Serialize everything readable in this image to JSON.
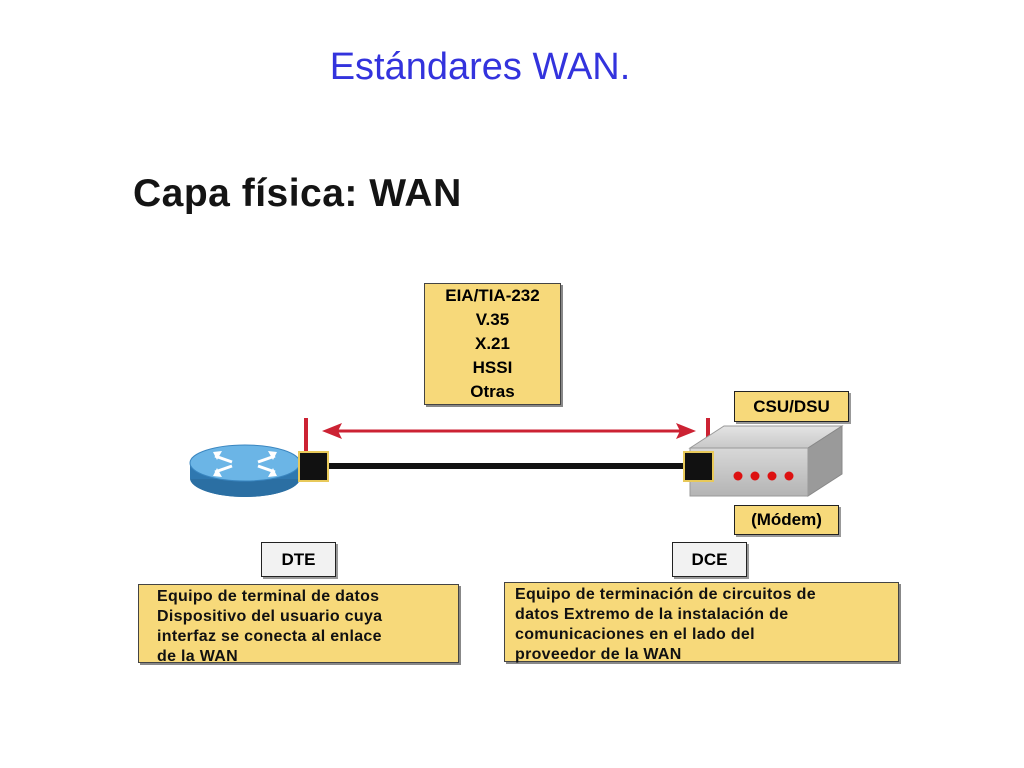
{
  "slide_title": "Estándares WAN.",
  "section_title": "Capa física: WAN",
  "standards": [
    "EIA/TIA-232",
    "V.35",
    "X.21",
    "HSSI",
    "Otras"
  ],
  "labels": {
    "csu_dsu": "CSU/DSU",
    "modem": "(Módem)",
    "dte": "DTE",
    "dce": "DCE"
  },
  "descriptions": {
    "dte": [
      "Equipo de terminal de datos",
      "Dispositivo del usuario cuya",
      "interfaz se conecta al enlace",
      "de la WAN"
    ],
    "dce": [
      "Equipo de terminación de circuitos de",
      "datos Extremo de la instalación de",
      "comunicaciones en el lado del",
      "proveedor de la WAN"
    ]
  },
  "colors": {
    "title": "#3333dd",
    "box_fill": "#f7d97a",
    "arrow": "#cc2233",
    "router": "#4a9fd3",
    "modem_led": "#dd1111"
  }
}
